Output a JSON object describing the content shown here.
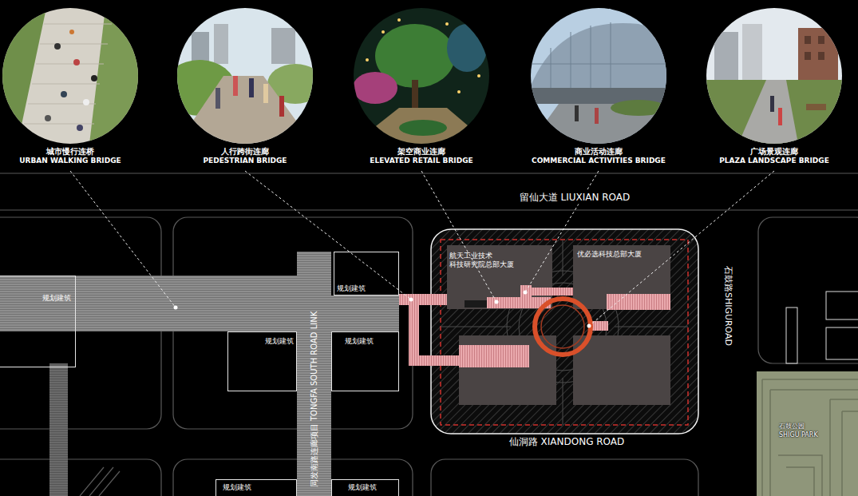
{
  "diagram": {
    "nodes": [
      {
        "text": [
          "城市慢行连桥",
          "URBAN WALKING BRIDGE"
        ]
      },
      {
        "text": [
          "人行跨街连廊",
          "PEDESTRIAN BRIDGE"
        ]
      },
      {
        "text": [
          "架空商业连廊",
          "ELEVATED RETAIL BRIDGE"
        ]
      },
      {
        "text": [
          "商业活动连廊",
          "COMMERCIAL ACTIVITIES BRIDGE"
        ]
      },
      {
        "text": [
          "广场景观连廊",
          "PLAZA LANDSCAPE BRIDGE"
        ]
      },
      {
        "text": [
          "航天工业技术 科技研究院总部大厦"
        ]
      },
      {
        "text": [
          "优必选科技总部大厦"
        ]
      },
      {
        "text": [
          "规划建筑"
        ]
      },
      {
        "text": [
          "规划建筑"
        ]
      },
      {
        "text": [
          "同发南路连廊项目 TONGFA SOUTH ROAD LINK"
        ]
      },
      {
        "text": [
          "规划建筑"
        ]
      },
      {
        "text": [
          "规划建筑"
        ]
      },
      {
        "text": [
          "石鼓公园",
          "SHIGU PARK"
        ]
      },
      {
        "text": [
          "规划建筑"
        ]
      },
      {
        "text": [
          "规划建筑"
        ]
      }
    ],
    "labels": [
      "留仙大道 LIUXIAN ROAD",
      "石鼓路SHIGUROAD",
      "仙洞路 XIANDONG ROAD"
    ]
  }
}
